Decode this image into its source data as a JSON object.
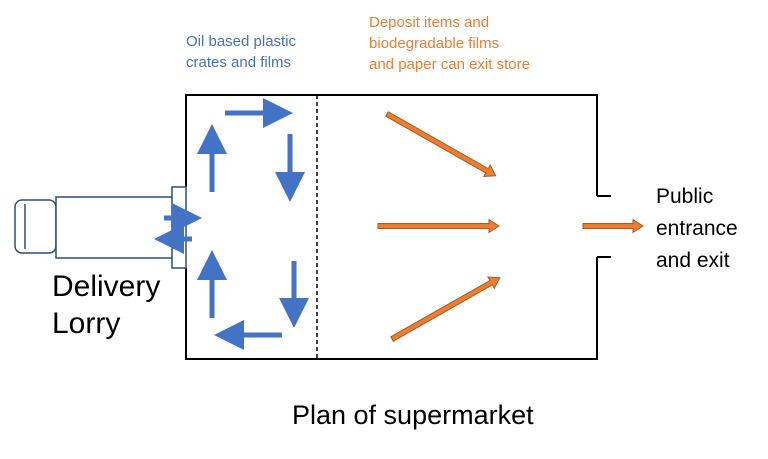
{
  "labels": {
    "oil_based": "Oil based plastic\ncrates and films",
    "deposit": "Deposit items and\nbiodegradable films\nand paper can exit store",
    "public_entrance": "Public\nentrance\nand exit",
    "delivery_lorry": "Delivery\nLorry",
    "caption": "Plan of supermarket"
  },
  "colors": {
    "blue_arrow": "#4472c4",
    "orange_arrow": "#ed7d31",
    "orange_outline": "#a65a24",
    "outline": "#000000"
  }
}
